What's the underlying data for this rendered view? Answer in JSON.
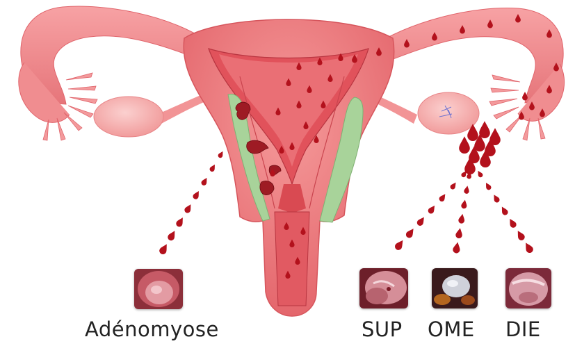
{
  "labels": {
    "adenomyose": "Adénomyose",
    "sup": "SUP",
    "ome": "OME",
    "die": "DIE"
  },
  "colors": {
    "tissue": "#f07a7e",
    "tissue_light": "#f7b3b3",
    "tissue_dark": "#c94a52",
    "cavity": "#e2505a",
    "blood": "#b3111c",
    "myometrium_band": "#a8d39a"
  },
  "icons": [
    "blood-drop-icon"
  ]
}
